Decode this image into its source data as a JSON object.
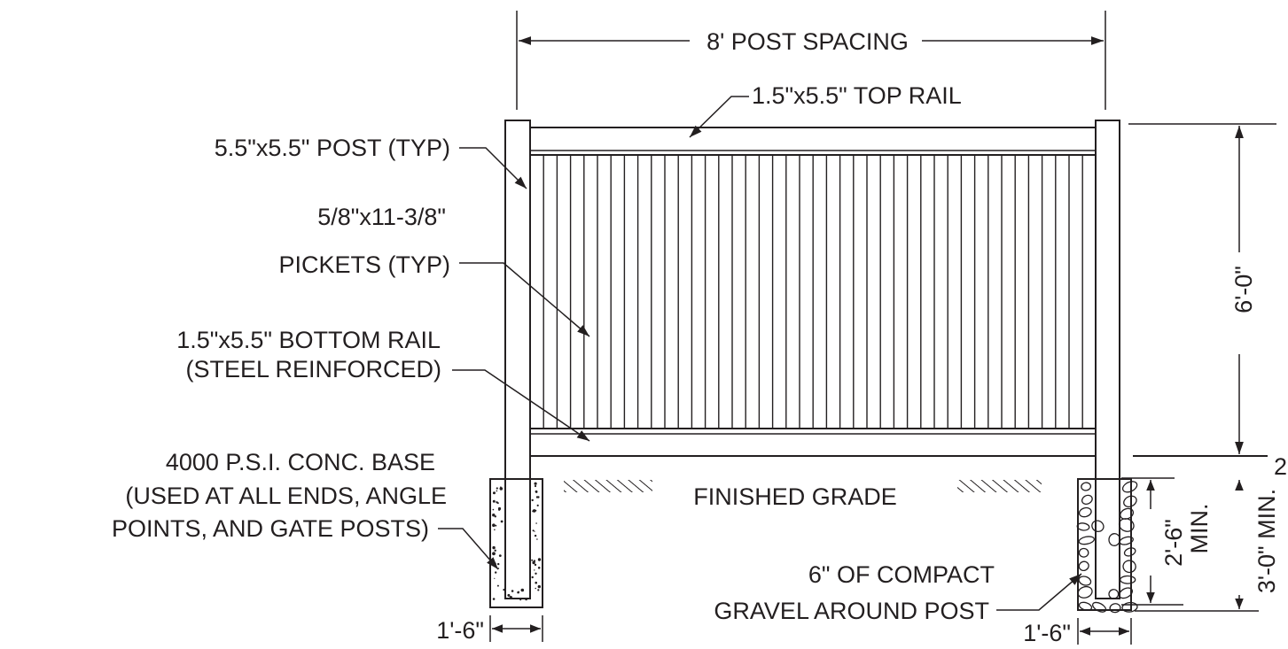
{
  "labels": {
    "post_spacing": "8' POST SPACING",
    "top_rail": "1.5\"x5.5\" TOP RAIL",
    "post": "5.5\"x5.5\" POST (TYP)",
    "pickets_line1": "5/8\"x11-3/8\"",
    "pickets_line2": "PICKETS (TYP)",
    "bottom_rail_line1": "1.5\"x5.5\" BOTTOM RAIL",
    "bottom_rail_line2": "(STEEL REINFORCED)",
    "conc_line1": "4000 P.S.I. CONC. BASE",
    "conc_line2": "(USED AT ALL ENDS, ANGLE",
    "conc_line3": "POINTS, AND GATE POSTS)",
    "finished_grade": "FINISHED GRADE",
    "gravel_line1": "6\" OF COMPACT",
    "gravel_line2": "GRAVEL AROUND POST",
    "height": "6'-0\"",
    "embed_line1": "2'-6\"",
    "embed_line2": "MIN.",
    "depth": "3'-0\" MIN.",
    "base_width_left": "1'-6\"",
    "base_width_right": "1'-6\"",
    "clipped_edge": "2"
  },
  "colors": {
    "ink": "#231f20",
    "background": "#ffffff"
  }
}
